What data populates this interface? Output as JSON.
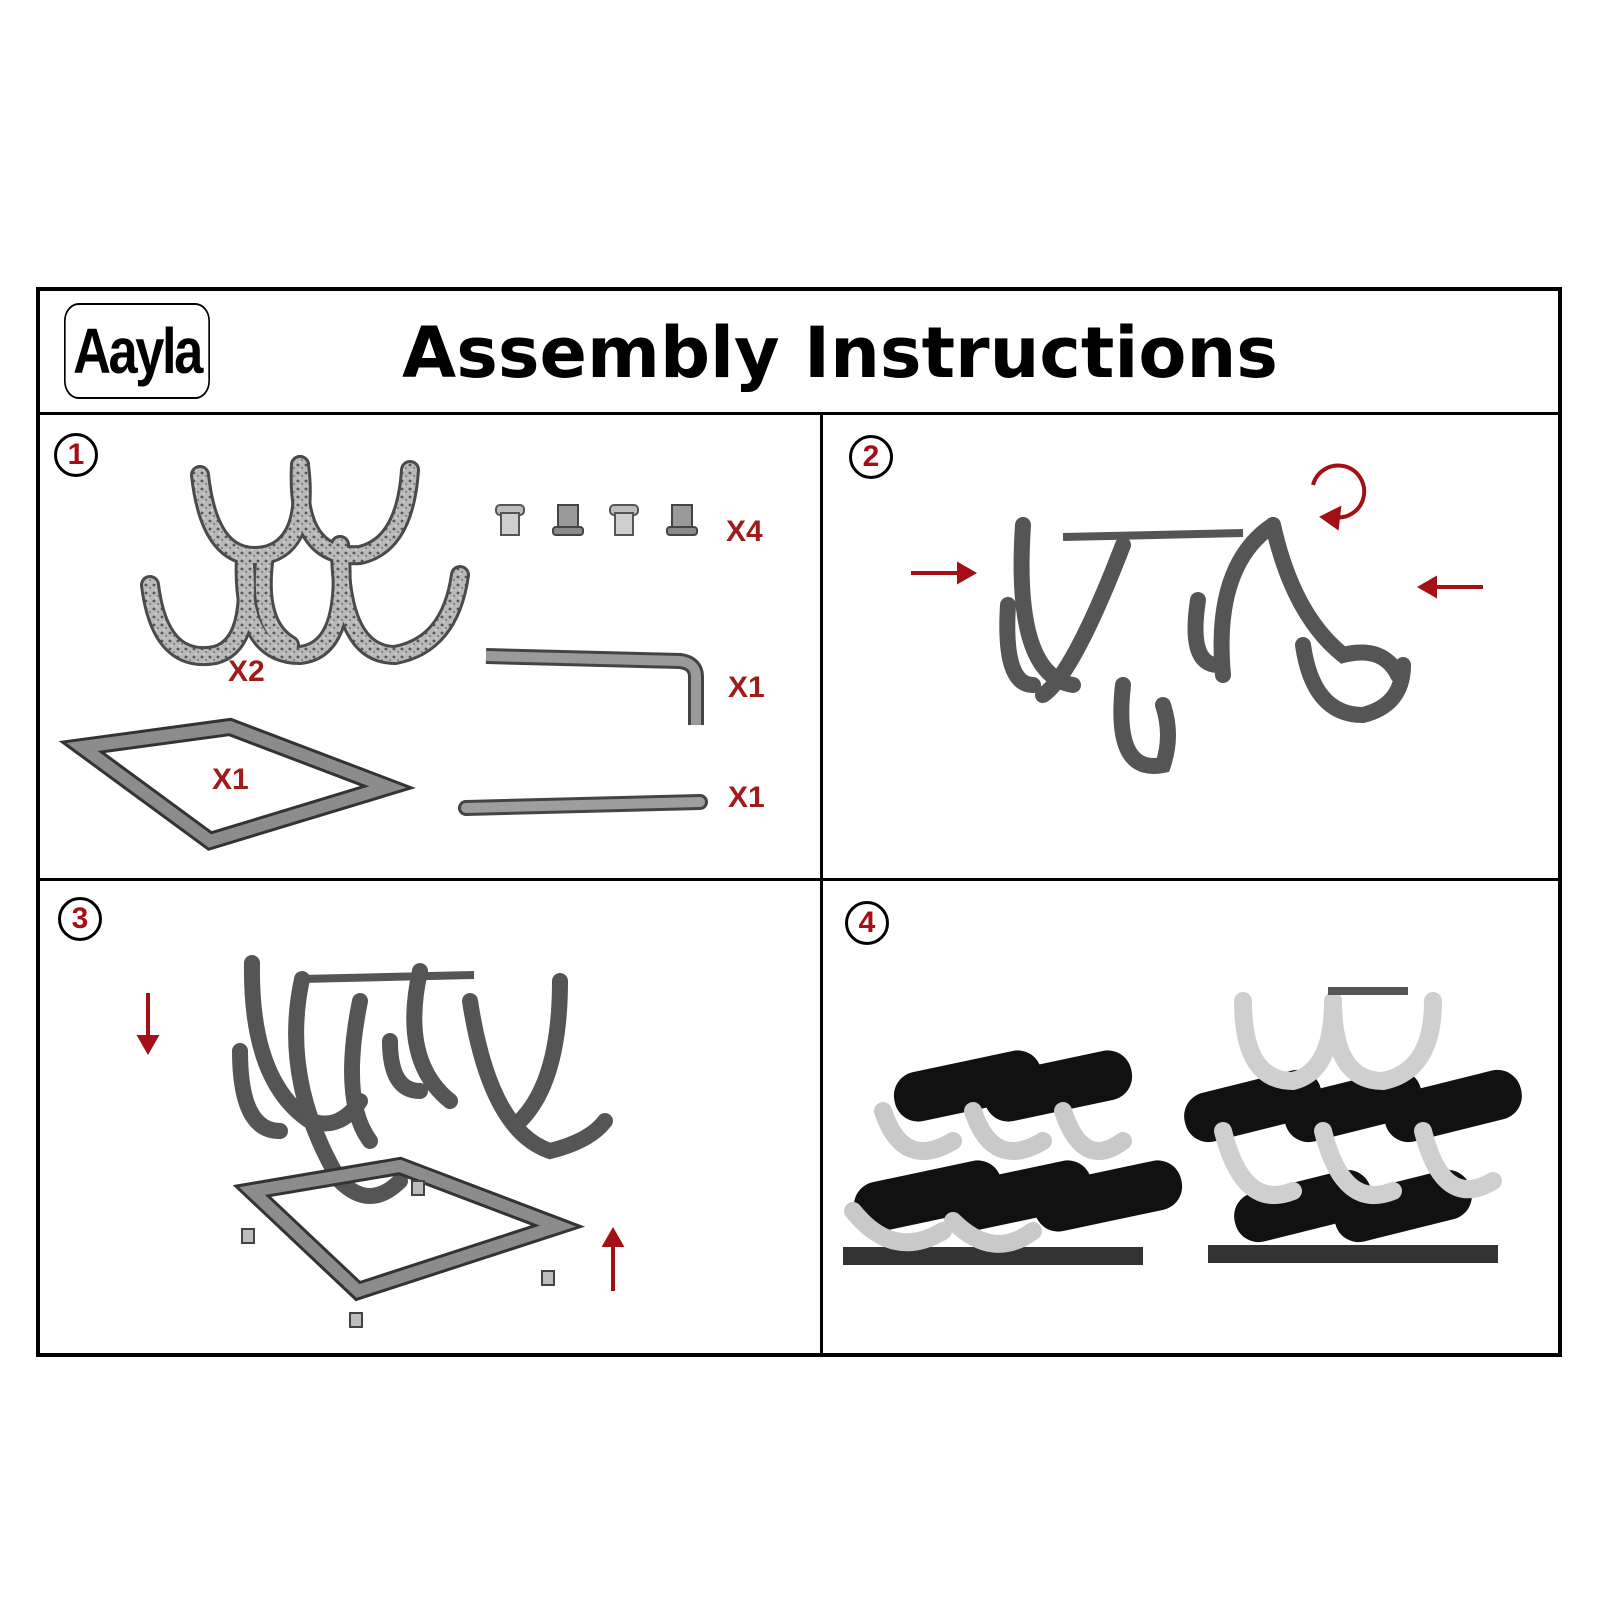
{
  "header": {
    "logo_text": "Aayla",
    "title": "Assembly Instructions"
  },
  "steps": [
    "1",
    "2",
    "3",
    "4"
  ],
  "parts": {
    "rack_panel_qty": "X2",
    "fastener_qty": "X4",
    "hex_key_qty": "X1",
    "base_frame_qty": "X1",
    "rod_qty": "X1"
  },
  "colors": {
    "accent": "#a30f14",
    "line": "#000000",
    "metal": "#9a9a9a",
    "metal_dark": "#555555"
  }
}
